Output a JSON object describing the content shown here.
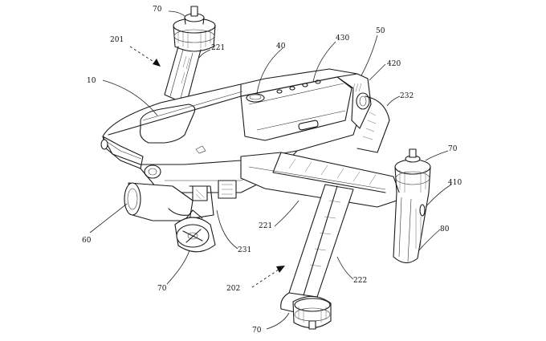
{
  "labels": {
    "l70_top": "70",
    "l201": "201",
    "l221_top": "221",
    "l40": "40",
    "l430": "430",
    "l50": "50",
    "l420": "420",
    "l10": "10",
    "l232": "232",
    "l70_right": "70",
    "l410": "410",
    "l80": "80",
    "l60": "60",
    "l221_mid": "221",
    "l231": "231",
    "l222": "222",
    "l70_bottom_left": "70",
    "l202": "202",
    "l70_bottom": "70"
  },
  "colors": {
    "line": "#1a1a1a",
    "background": "#ffffff"
  }
}
